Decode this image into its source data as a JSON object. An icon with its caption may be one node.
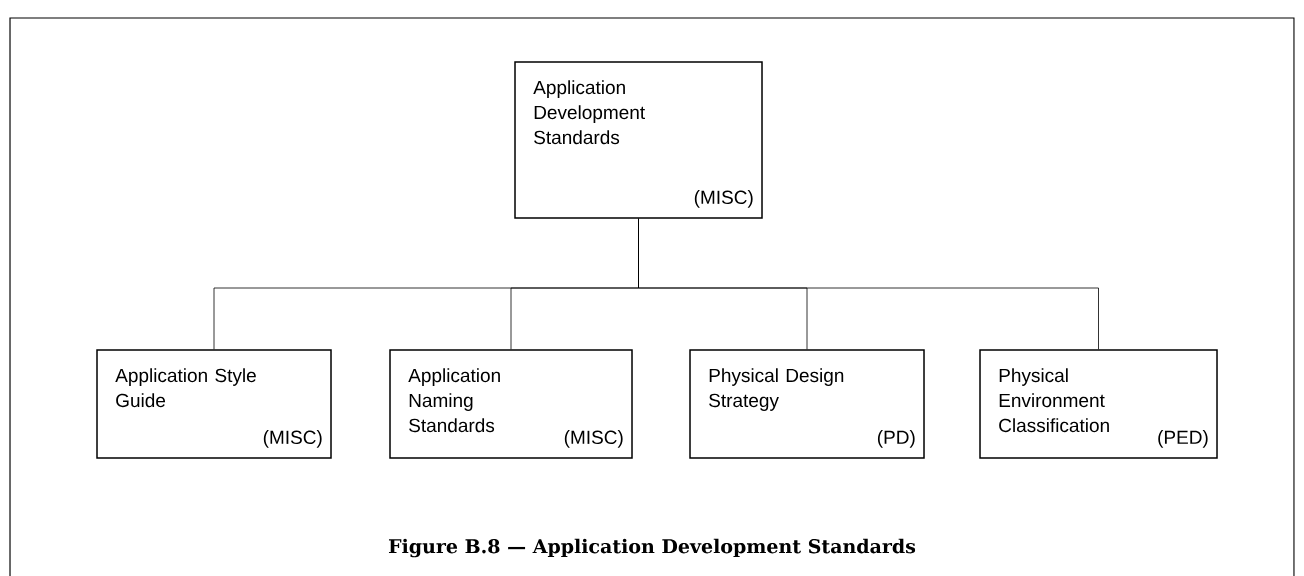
{
  "diagram": {
    "caption": "Figure B.8 — Application Development Standards",
    "nodes": [
      {
        "text": [
          "Application Development Standards",
          "(MISC)"
        ]
      },
      {
        "text": [
          "Application Style Guide",
          "(MISC)"
        ]
      },
      {
        "text": [
          "Application Naming Standards",
          "(MISC)"
        ]
      },
      {
        "text": [
          "Physical Design Strategy",
          "(PD)"
        ]
      },
      {
        "text": [
          "Physical Environment Classification",
          "(PED)"
        ]
      }
    ],
    "edges": [
      {
        "from": 0,
        "to": 1,
        "arrow": "none"
      },
      {
        "from": 0,
        "to": 2,
        "arrow": "none"
      },
      {
        "from": 0,
        "to": 3,
        "arrow": "none"
      },
      {
        "from": 0,
        "to": 4,
        "arrow": "none"
      }
    ]
  }
}
